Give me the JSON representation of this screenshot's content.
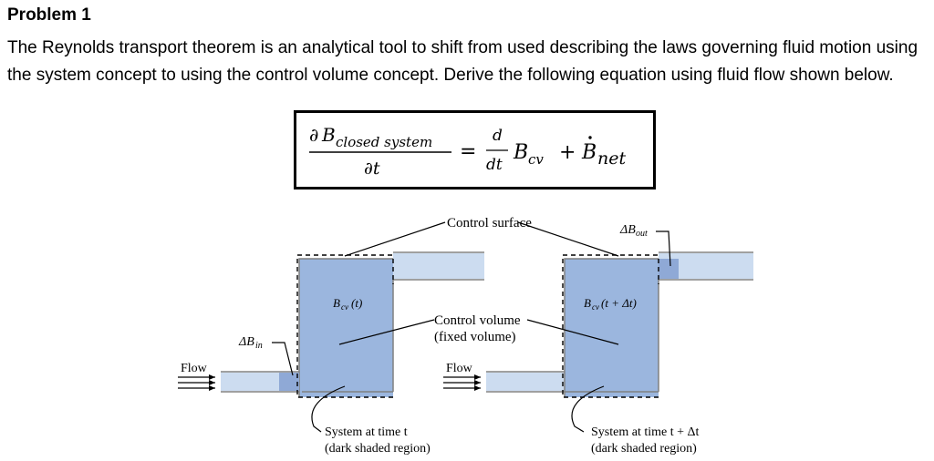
{
  "problem": {
    "title": "Problem 1",
    "text": "The Reynolds transport theorem is an analytical tool to shift from used describing the laws governing fluid motion using the system concept to using the control volume concept. Derive the following equation using fluid flow shown below."
  },
  "equation": {
    "partial": "∂",
    "B": "B",
    "subscript_closed": "closed system",
    "denominator": "∂t",
    "equals": "=",
    "d": "d",
    "dt": "dt",
    "B_cv": "B",
    "sub_cv": "cv",
    "plus": "+",
    "B_net": "B",
    "sub_net": "net"
  },
  "figure": {
    "colors": {
      "fluid": "#ccdcf0",
      "system": "#9bb6de",
      "system_dark": "#7f9fd0",
      "line": "#808080"
    },
    "labels": {
      "control_surface": "Control surface",
      "delta_b_out": "ΔB",
      "delta_b_out_sub": "out",
      "b_cv_t": "B",
      "b_cv_t_sub": "cv",
      "b_cv_t_arg": "(t)",
      "b_cv_t_dt": "B",
      "b_cv_t_dt_sub": "cv",
      "b_cv_t_dt_arg": "(t + Δt)",
      "control_volume_1": "Control volume",
      "control_volume_2": "(fixed volume)",
      "delta_b_in": "ΔB",
      "delta_b_in_sub": "in",
      "flow_left": "Flow",
      "flow_mid": "Flow",
      "system_t_1": "System at time t",
      "system_t_2": "(dark shaded region)",
      "system_tdt_1": "System at time t + Δt",
      "system_tdt_2": "(dark shaded region)"
    }
  }
}
